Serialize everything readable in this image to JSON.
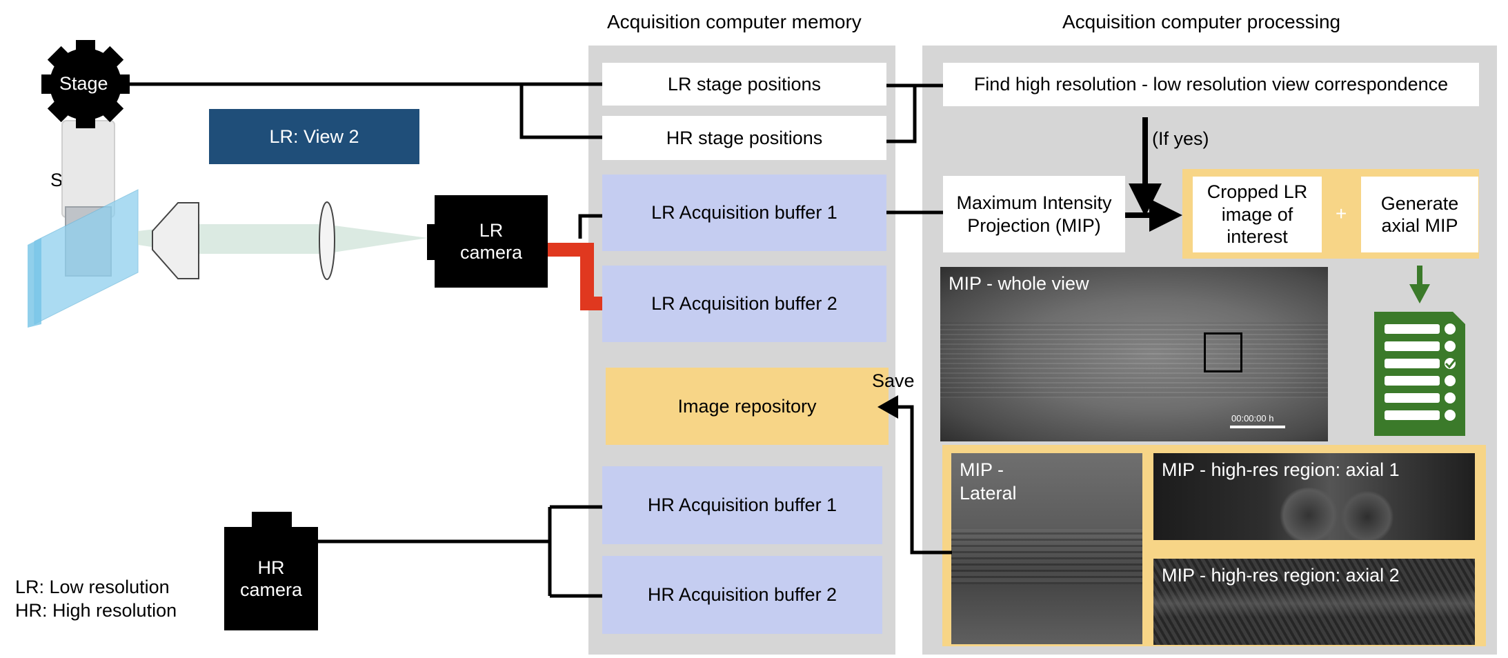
{
  "headers": {
    "memory": "Acquisition computer memory",
    "processing": "Acquisition computer processing"
  },
  "hardware": {
    "stage": "Stage",
    "sample": "Sample",
    "lr_camera": "LR\ncamera",
    "hr_camera": "HR\ncamera",
    "lr_view": "LR: View 2"
  },
  "legend": {
    "lr": "LR: Low resolution",
    "hr": "HR: High resolution"
  },
  "memory": {
    "lr_stage": "LR stage positions",
    "hr_stage": "HR stage positions",
    "lr_buf1": "LR Acquisition buffer 1",
    "lr_buf2": "LR Acquisition buffer 2",
    "repo": "Image repository",
    "hr_buf1": "HR Acquisition buffer 1",
    "hr_buf2": "HR Acquisition buffer 2"
  },
  "processing": {
    "find": "Find high resolution - low resolution view correspondence",
    "if_yes": "(If yes)",
    "mip": "Maximum Intensity\nProjection (MIP)",
    "cropped": "Cropped LR\nimage of\ninterest",
    "plus": "+",
    "axial": "Generate\naxial MIP",
    "save": "Save",
    "mip_whole": "MIP - whole view",
    "timestamp": "00:00:00 h",
    "mip_lateral": "MIP -\nLateral",
    "mip_axial1": "MIP - high-res region: axial 1",
    "mip_axial2": "MIP - high-res region: axial 2"
  },
  "colors": {
    "panel": "#d6d6d6",
    "buffer_blue": "#c5cdf1",
    "repo_yellow": "#f7d587",
    "lr_view_blue": "#1f4e79",
    "red_link": "#e0381f",
    "checklist_green": "#3b7a2a"
  }
}
